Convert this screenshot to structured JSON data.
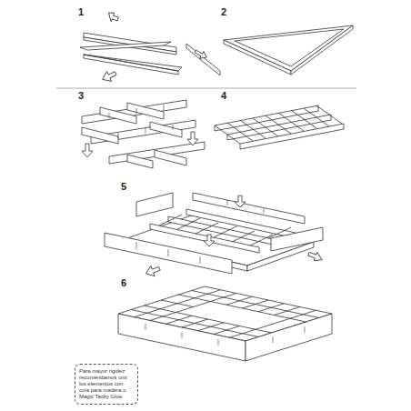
{
  "diagram": {
    "nodes": [
      {
        "text": [
          "Para mayor rigidez recomendamos unir los elementos con cola para madera o Magic Tacky Glue"
        ]
      }
    ],
    "labels": [
      "1",
      "2",
      "3",
      "4",
      "5",
      "6"
    ]
  }
}
